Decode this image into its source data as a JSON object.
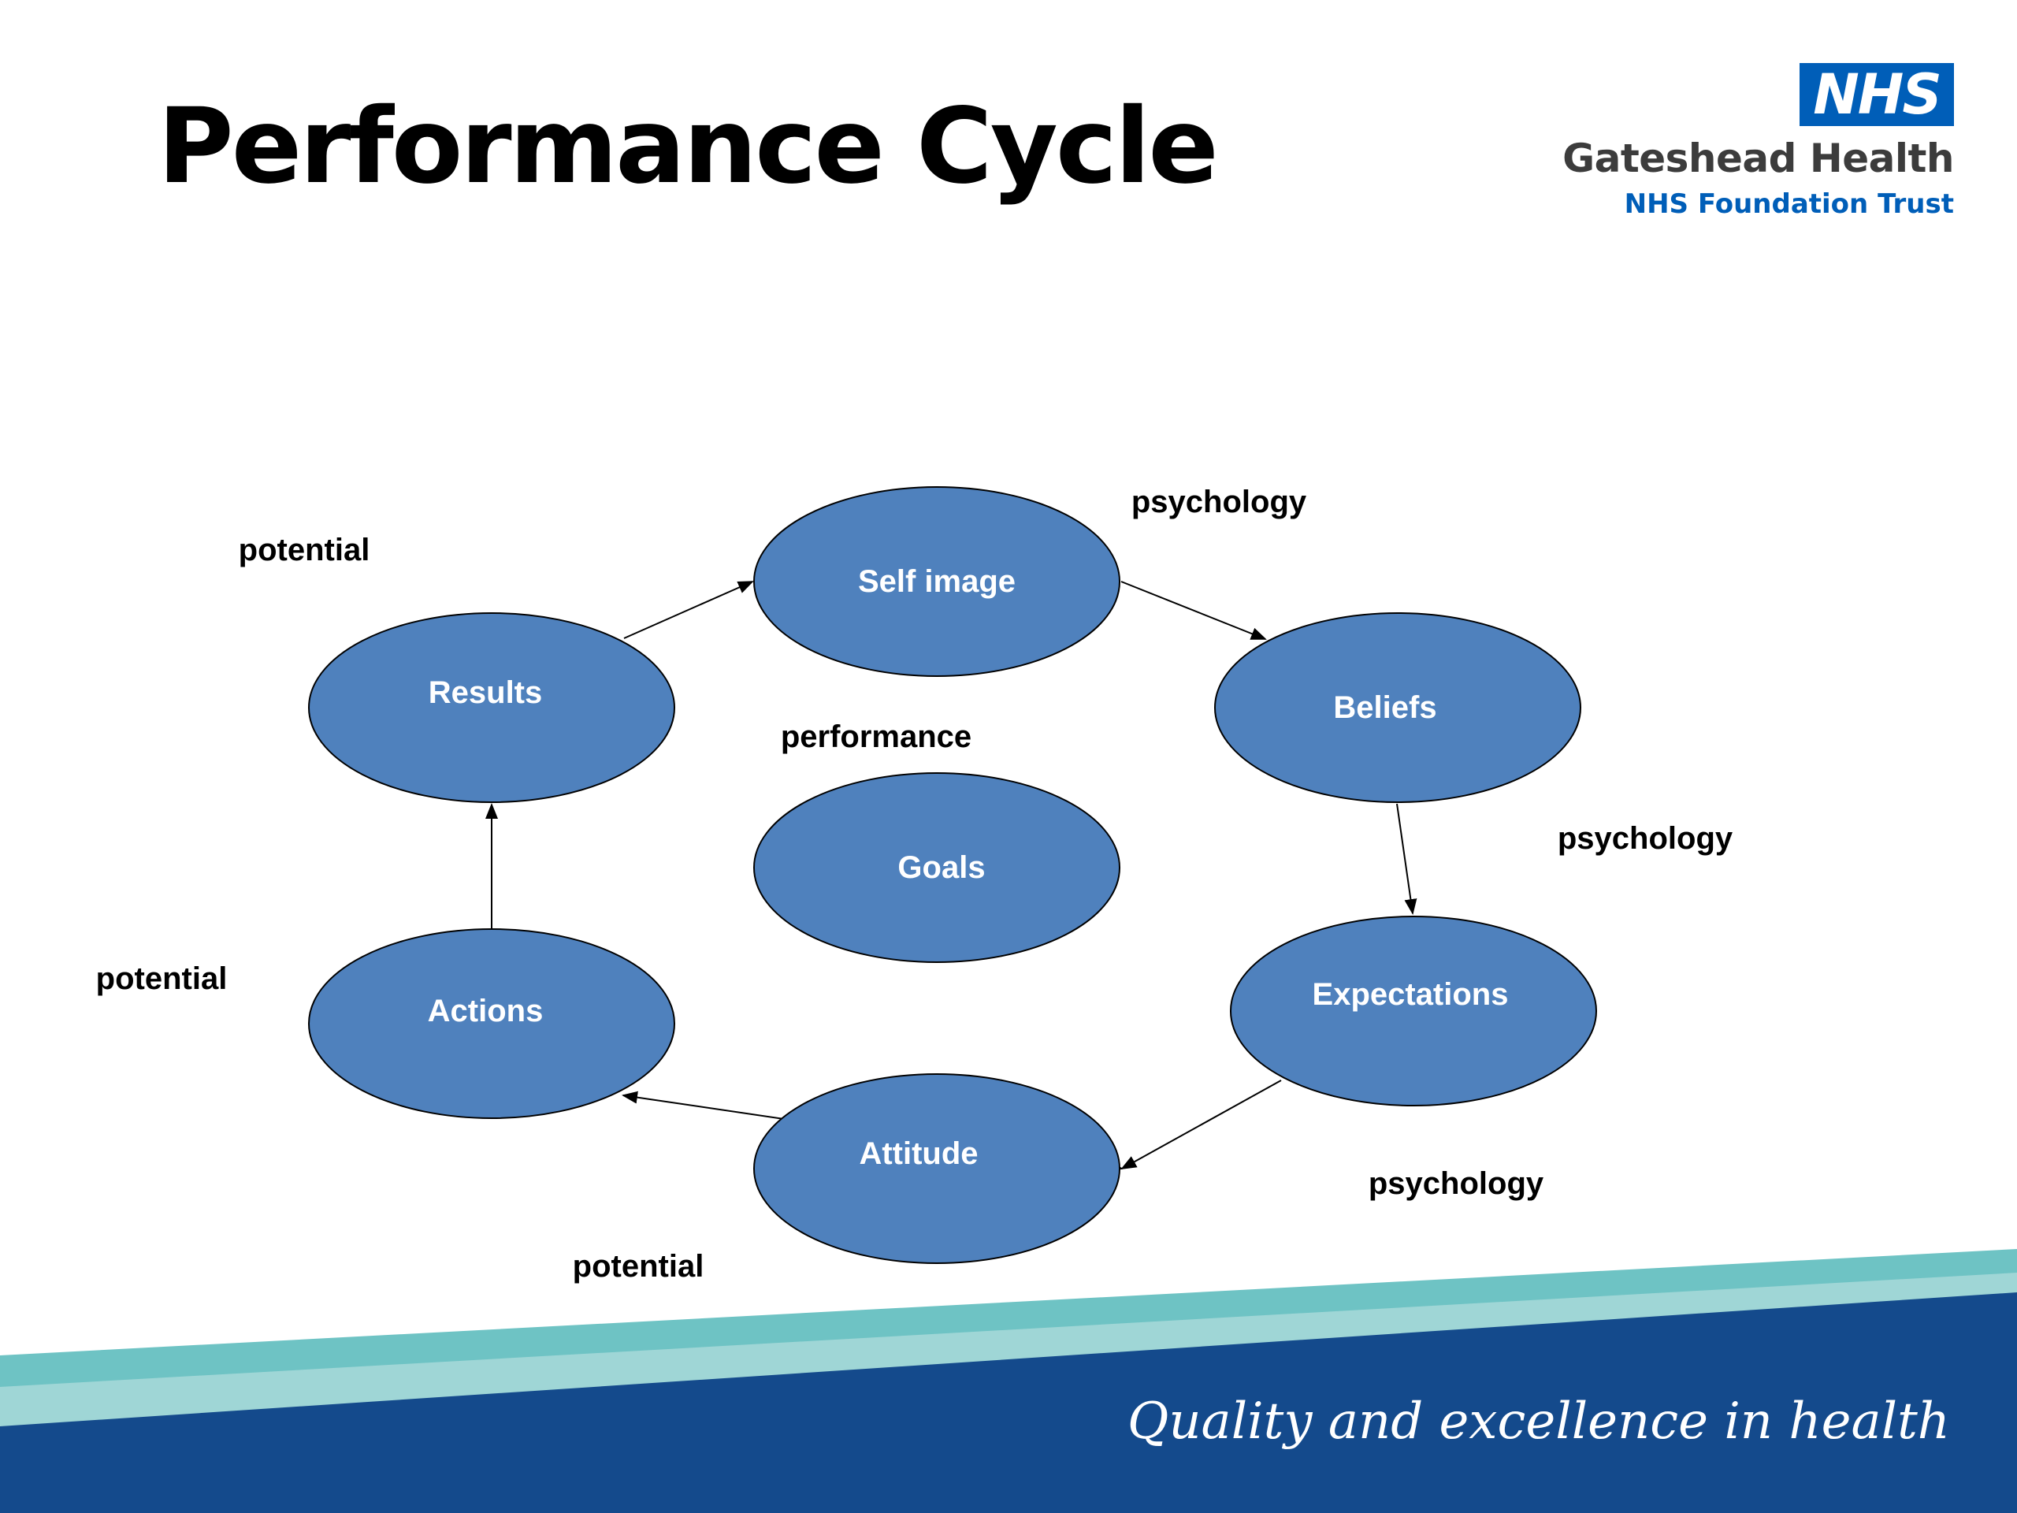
{
  "title": "Performance Cycle",
  "logo": {
    "badge": "NHS",
    "org_name": "Gateshead Health",
    "org_sub": "NHS Foundation Trust"
  },
  "tagline": "Quality and excellence in health",
  "colors": {
    "node_fill": "#4f81bd",
    "node_stroke": "#000000",
    "node_text": "#ffffff",
    "nhs_blue": "#005eb8",
    "band_teal": "#6ec3c4",
    "band_navy": "#144a8c"
  },
  "diagram": {
    "nodes": [
      {
        "id": "self-image",
        "label": "Self image"
      },
      {
        "id": "beliefs",
        "label": "Beliefs"
      },
      {
        "id": "expectations",
        "label": "Expectations"
      },
      {
        "id": "attitude",
        "label": "Attitude"
      },
      {
        "id": "actions",
        "label": "Actions"
      },
      {
        "id": "results",
        "label": "Results"
      },
      {
        "id": "goals",
        "label": "Goals"
      }
    ],
    "edges": [
      {
        "from": "results",
        "to": "self-image",
        "direction": "forward"
      },
      {
        "from": "self-image",
        "to": "beliefs",
        "direction": "forward"
      },
      {
        "from": "beliefs",
        "to": "expectations",
        "direction": "forward"
      },
      {
        "from": "expectations",
        "to": "attitude",
        "direction": "forward"
      },
      {
        "from": "attitude",
        "to": "actions",
        "direction": "both"
      },
      {
        "from": "actions",
        "to": "results",
        "direction": "forward"
      }
    ],
    "annotations": [
      {
        "id": "psychology-top",
        "text": "psychology"
      },
      {
        "id": "psychology-right",
        "text": "psychology"
      },
      {
        "id": "psychology-bottom",
        "text": "psychology"
      },
      {
        "id": "potential-top-left",
        "text": "potential"
      },
      {
        "id": "potential-left",
        "text": "potential"
      },
      {
        "id": "potential-bottom",
        "text": "potential"
      },
      {
        "id": "performance-center",
        "text": "performance"
      }
    ]
  }
}
